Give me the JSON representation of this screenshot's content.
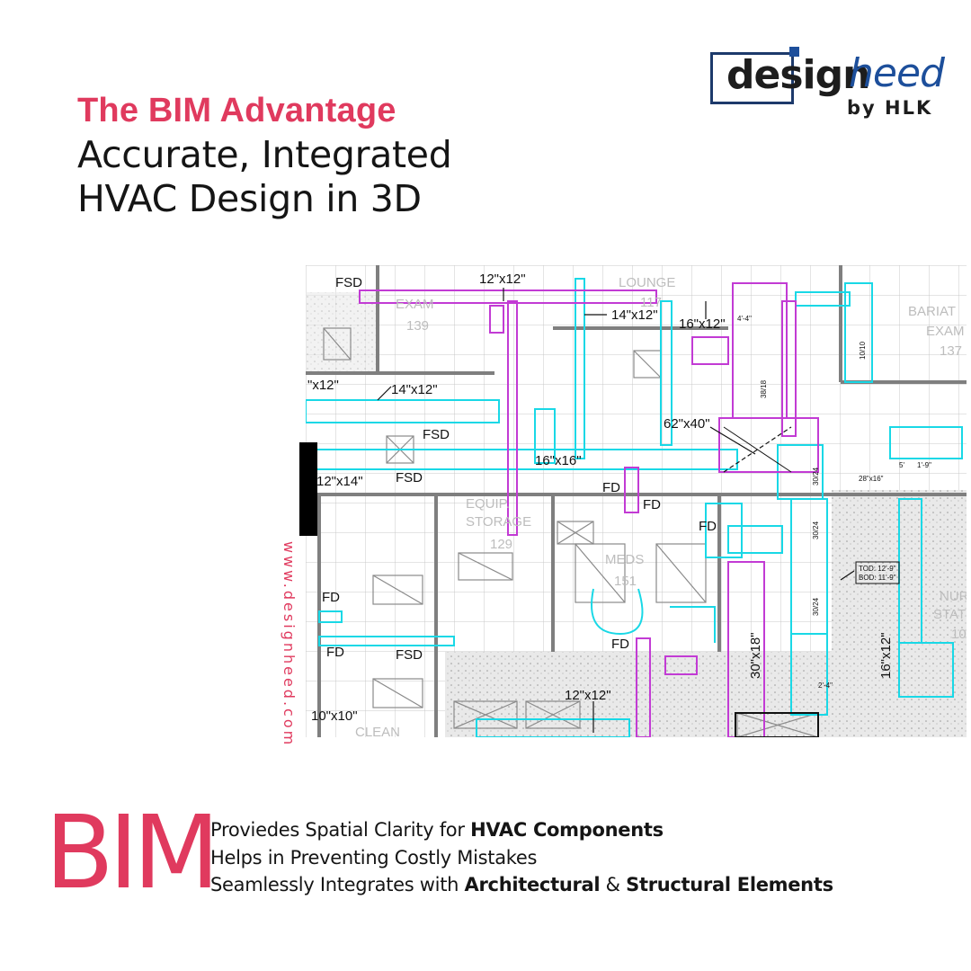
{
  "headline": {
    "accent": "The BIM Advantage",
    "line1": "Accurate, Integrated",
    "line2": "HVAC Design in 3D"
  },
  "logo": {
    "word_design": "design",
    "word_heed": "heed",
    "byline": "by HLK"
  },
  "website": "www.designheed.com",
  "drawing": {
    "room_labels": [
      "FSD",
      "EXAM",
      "139",
      "LOUNGE",
      "117",
      "BARIAT",
      "EXAM",
      "137",
      "EQUIP.",
      "STORAGE",
      "129",
      "MEDS",
      "151",
      "NUR",
      "STAT",
      "10",
      "CLEAN"
    ],
    "duct_labels": [
      "12\"x12\"",
      "14\"x12\"",
      "16\"x12\"",
      "\"x12\"",
      "14\"x12\"",
      "FSD",
      "62\"x40\"",
      "16\"x16\"",
      "12\"x14\"",
      "FSD",
      "FD",
      "FD",
      "FD",
      "FD",
      "FD",
      "FSD",
      "FD",
      "30\"x18\"",
      "16\"x12\"",
      "12\"x12\"",
      "10\"x10\"",
      "28\"x16\"",
      "1'-9\"",
      "5'",
      "TOD: 12'-9\"",
      "BOD: 11'-9\"",
      "30/24",
      "30/24",
      "30/24",
      "38/18",
      "10/10",
      "4'-4\"",
      "2'-4\""
    ]
  },
  "bottom": {
    "big_word": "BIM",
    "benefits": [
      {
        "plain": "Proviedes Spatial Clarity for ",
        "bold": "HVAC Components"
      },
      {
        "plain": "Helps in Preventing Costly Mistakes",
        "bold": ""
      },
      {
        "plain": "Seamlessly Integrates with ",
        "bold": "Architectural",
        "mid": " & ",
        "bold2": "Structural Elements"
      }
    ]
  },
  "colors": {
    "accent": "#e03a5e",
    "logo_blue": "#1d4f9b",
    "duct_cyan": "#19d8e6",
    "duct_magenta": "#c23bd4",
    "grid": "#b5b5b5"
  }
}
